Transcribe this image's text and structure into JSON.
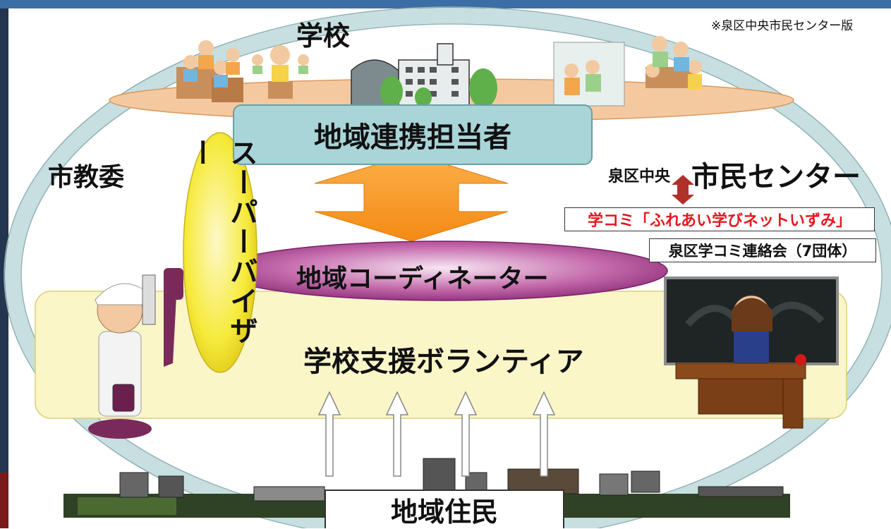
{
  "labels": {
    "school": "学校",
    "version_note": "※泉区中央市民センター版",
    "board_of_education": "市教委",
    "liaison": "地域連携担当者",
    "supervisor": "スーパーバイザー",
    "coordinator": "地域コーディネーター",
    "volunteers": "学校支援ボランティア",
    "center_prefix": "泉区中央",
    "center_main": "市民センター",
    "gakukomi": "学コミ「ふれあい学びネットいずみ」",
    "liaison_council": "泉区学コミ連絡会（7団体）",
    "residents": "地域住民"
  },
  "icons": {
    "vertical_arrow": "double-headed-arrow-icon",
    "small_arrow": "small-double-arrow-icon",
    "up_arrow": "up-arrow-icon"
  },
  "colors": {
    "frame_blue": "#3a6ea5",
    "outer_ellipse": "#d8ecec",
    "school_platform": "#f5c9a0",
    "liaison_box": "#a9d4d8",
    "supervisor_ellipse": "#f6ea3a",
    "coordinator_ellipse": "#a63a8e",
    "volunteer_band": "#fbf6c8",
    "big_arrow": "#f7951d",
    "gakukomi_text": "#e4181e",
    "small_arrow": "#b0302a"
  }
}
